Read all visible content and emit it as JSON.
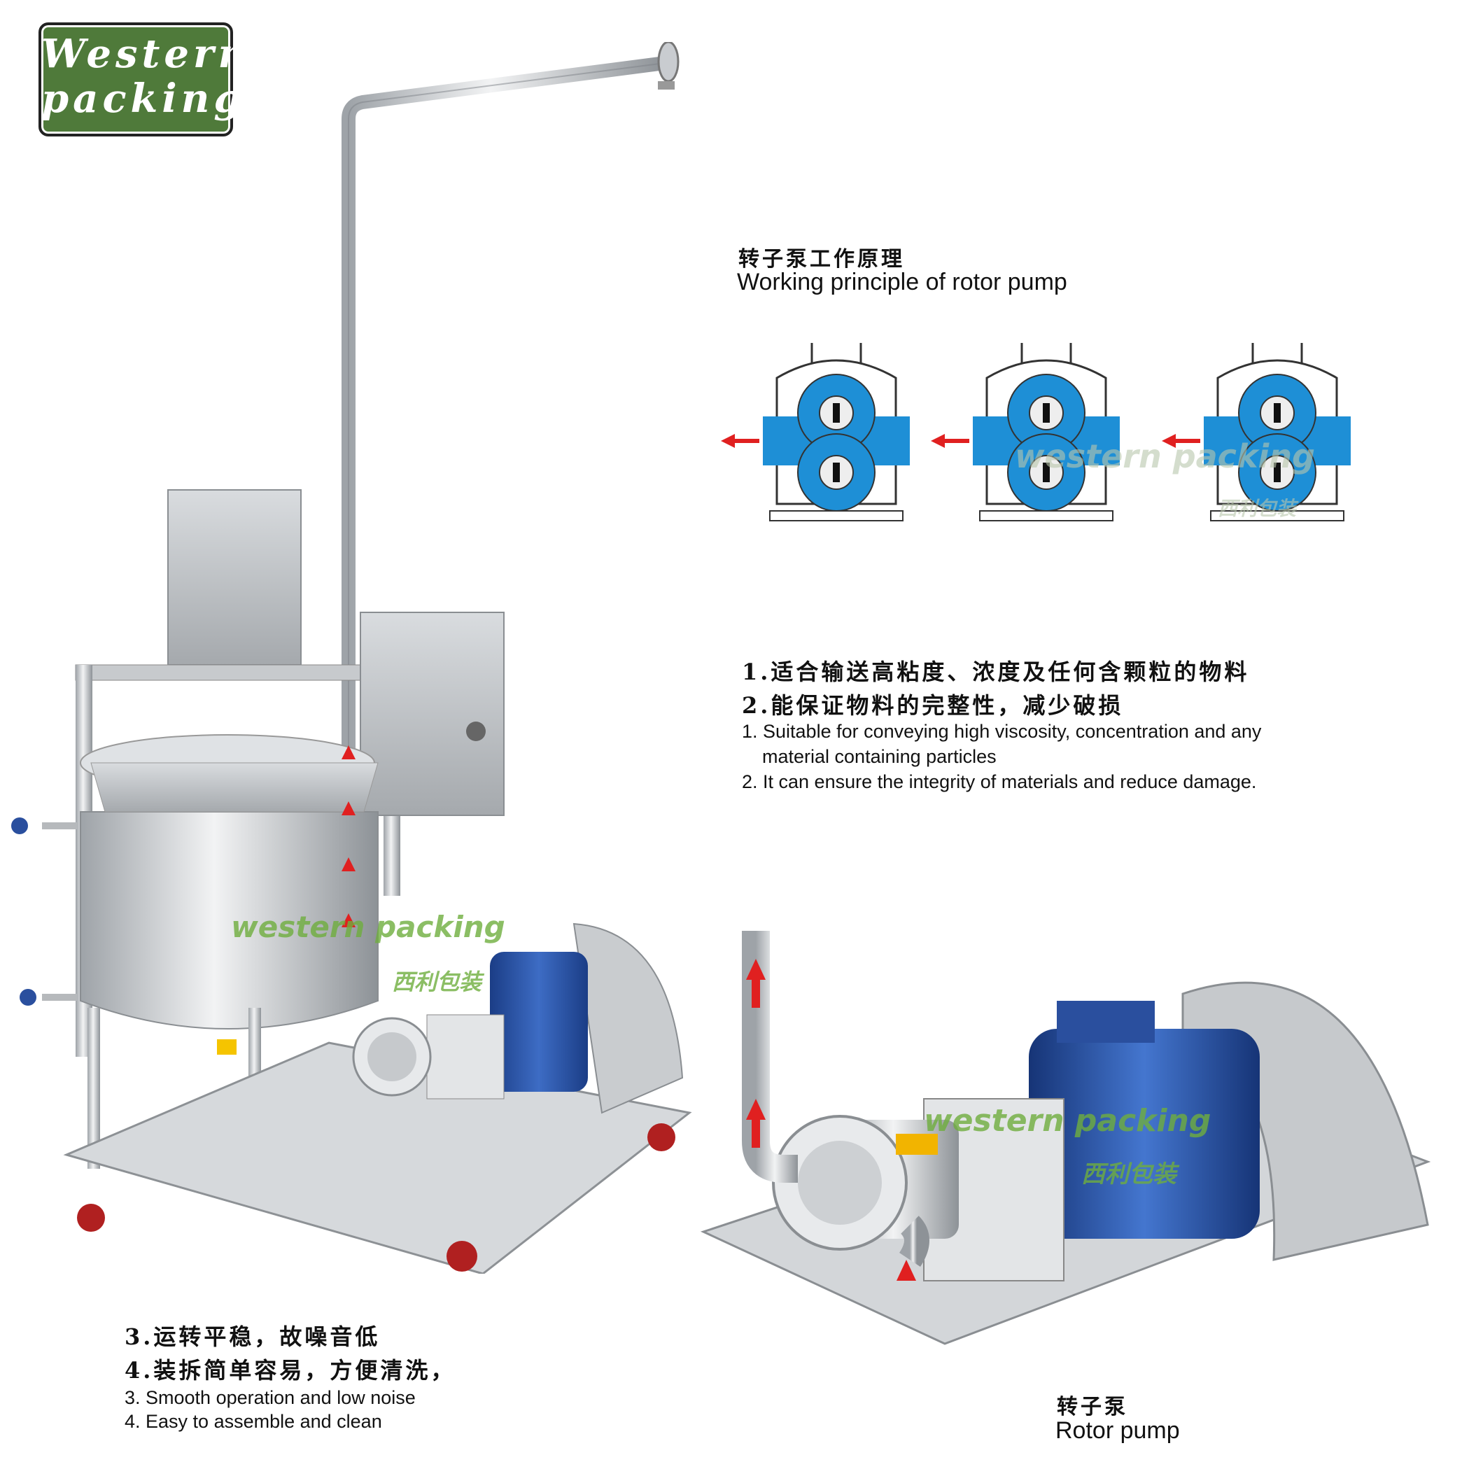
{
  "logo": {
    "line1": "Western",
    "line2": "packing"
  },
  "principle": {
    "title_cn": "转子泵工作原理",
    "title_en": "Working principle of rotor pump"
  },
  "features_top": {
    "cn1": "1.适合输送高粘度、浓度及任何含颗粒的物料",
    "cn2": "2.能保证物料的完整性，减少破损",
    "en1a": "1. Suitable for conveying high viscosity, concentration and any",
    "en1b": "material containing particles",
    "en2": "2. It can ensure the integrity of materials and reduce damage."
  },
  "features_bottom": {
    "cn3": "3.运转平稳，故噪音低",
    "cn4": "4.装拆简单容易，方便清洗，",
    "en3": "3. Smooth operation and low noise",
    "en4": "4. Easy to assemble and clean"
  },
  "pump_caption": {
    "cn": "转子泵",
    "en": "Rotor pump"
  },
  "watermarks": {
    "en": "western packing",
    "cn": "西利包装"
  },
  "colors": {
    "logo_green": "#4f7a3a",
    "pump_blue": "#2a4f9e",
    "fluid_blue": "#1e8fd6",
    "arrow_red": "#e02020"
  }
}
